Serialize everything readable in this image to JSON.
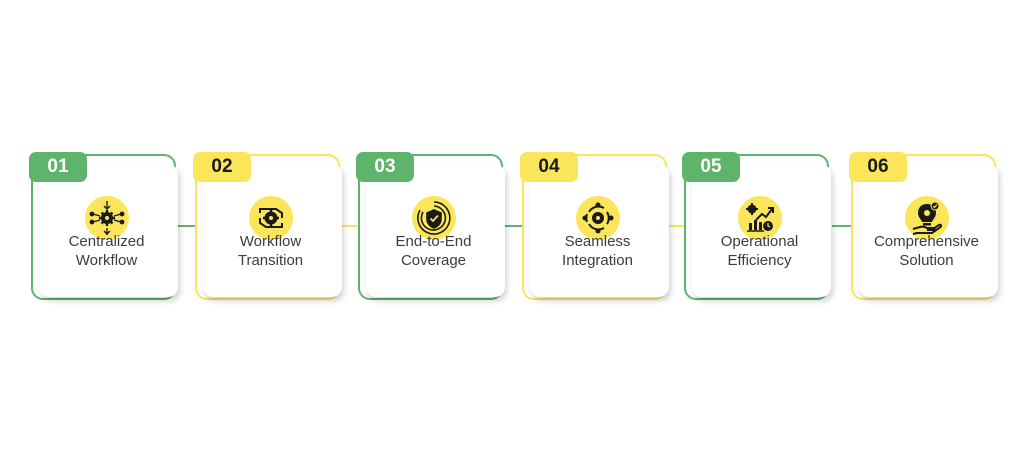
{
  "colors": {
    "green": "#5fb46b",
    "yellow": "#fbe55a",
    "text": "#3c3c3c",
    "icon_glyph": "#1a1a1a"
  },
  "steps": [
    {
      "number": "01",
      "line1": "Centralized",
      "line2": "Workflow",
      "theme": "green",
      "icon": "network-gear-icon"
    },
    {
      "number": "02",
      "line1": "Workflow",
      "line2": "Transition",
      "theme": "yellow",
      "icon": "transition-gear-icon"
    },
    {
      "number": "03",
      "line1": "End-to-End",
      "line2": "Coverage",
      "theme": "green",
      "icon": "shield-coverage-icon"
    },
    {
      "number": "04",
      "line1": "Seamless",
      "line2": "Integration",
      "theme": "yellow",
      "icon": "integration-cycle-icon"
    },
    {
      "number": "05",
      "line1": "Operational",
      "line2": "Efficiency",
      "theme": "green",
      "icon": "growth-chart-icon"
    },
    {
      "number": "06",
      "line1": "Comprehensive",
      "line2": "Solution",
      "theme": "yellow",
      "icon": "lightbulb-hand-icon"
    }
  ]
}
